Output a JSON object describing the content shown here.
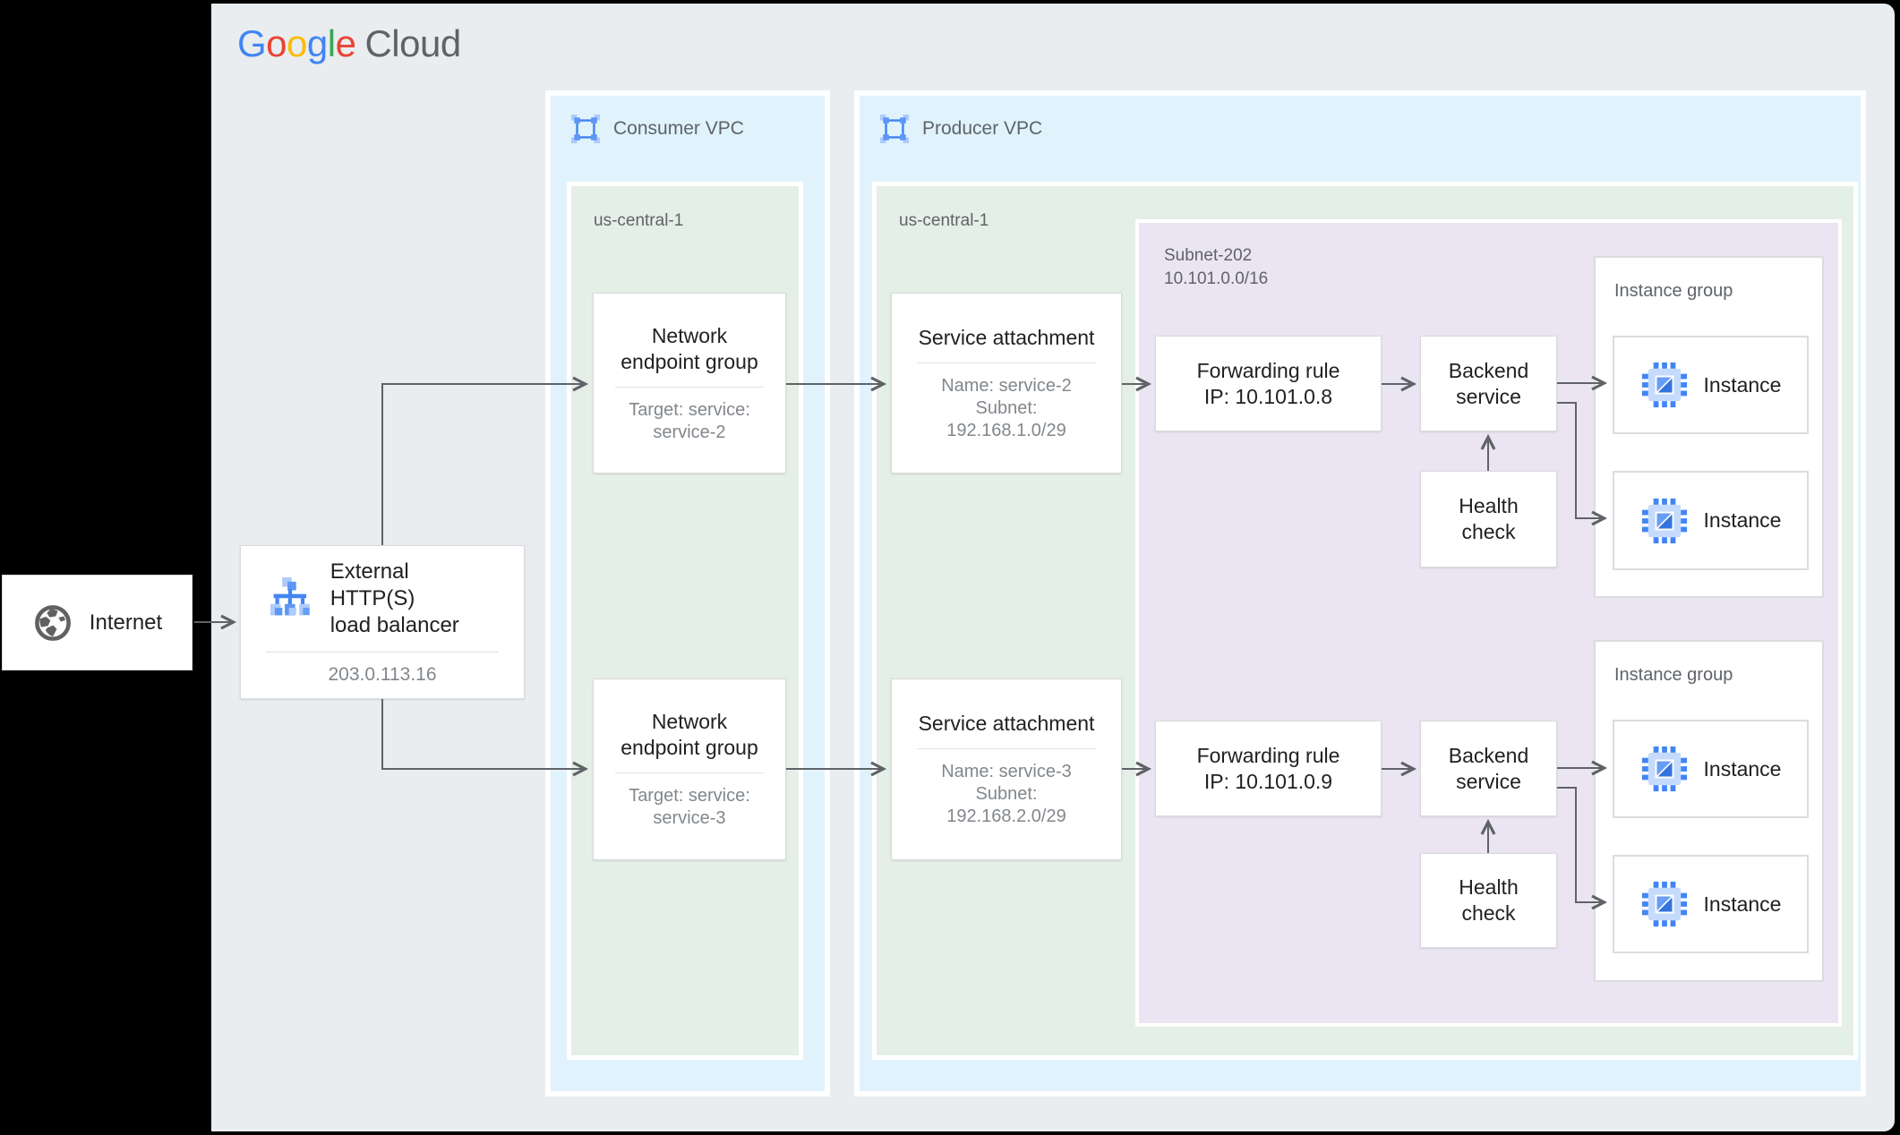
{
  "colors": {
    "google_blue": "#4285F4",
    "google_red": "#EA4335",
    "google_yellow": "#FBBC05",
    "google_green": "#34A853",
    "logo_gray": "#5f6368",
    "vpc_fill": "#e0f3fd",
    "region_fill": "#e4efe7",
    "subnet_fill": "#ebe5f3",
    "canvas_gray": "#e9edf0",
    "arrow_gray": "#5f6368"
  },
  "brand": {
    "letters": [
      "G",
      "o",
      "o",
      "g",
      "l",
      "e"
    ],
    "suffix": "Cloud"
  },
  "internet": {
    "label": "Internet"
  },
  "load_balancer": {
    "title": "External HTTP(S)\nload balancer",
    "ip": "203.0.113.16"
  },
  "consumer_vpc": {
    "label": "Consumer VPC",
    "region": "us-central-1",
    "negs": [
      {
        "title": "Network\nendpoint group",
        "subtitle": "Target: service:\nservice-2"
      },
      {
        "title": "Network\nendpoint group",
        "subtitle": "Target: service:\nservice-3"
      }
    ]
  },
  "producer_vpc": {
    "label": "Producer VPC",
    "region": "us-central-1",
    "service_attachments": [
      {
        "title": "Service attachment",
        "subtitle": "Name: service-2\nSubnet:\n192.168.1.0/29"
      },
      {
        "title": "Service attachment",
        "subtitle": "Name: service-3\nSubnet:\n192.168.2.0/29"
      }
    ],
    "subnet": {
      "label": "Subnet-202\n10.101.0.0/16",
      "forwarding_rules": [
        {
          "label": "Forwarding rule\nIP: 10.101.0.8"
        },
        {
          "label": "Forwarding rule\nIP: 10.101.0.9"
        }
      ],
      "backend_services": [
        {
          "label": "Backend\nservice"
        },
        {
          "label": "Backend\nservice"
        }
      ],
      "health_checks": [
        {
          "label": "Health\ncheck"
        },
        {
          "label": "Health\ncheck"
        }
      ],
      "instance_groups": [
        {
          "label": "Instance group",
          "instances": [
            {
              "label": "Instance"
            },
            {
              "label": "Instance"
            }
          ]
        },
        {
          "label": "Instance group",
          "instances": [
            {
              "label": "Instance"
            },
            {
              "label": "Instance"
            }
          ]
        }
      ]
    }
  }
}
